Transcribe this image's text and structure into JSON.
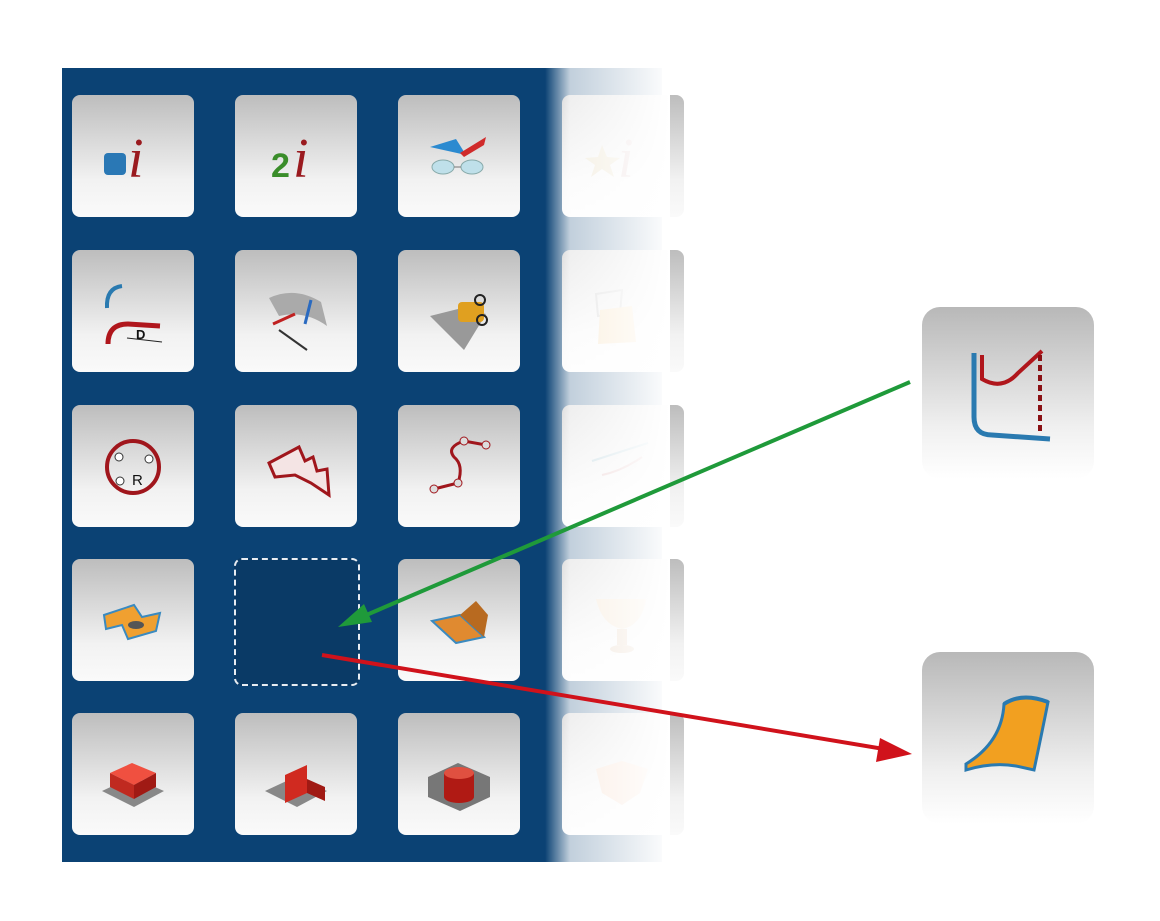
{
  "grid": {
    "rows": [
      [
        {
          "name": "info-cube-icon",
          "label": "i"
        },
        {
          "name": "info-2d-icon",
          "label": "2",
          "label2": "i"
        },
        {
          "name": "review-glasses-icon"
        },
        {
          "name": "star-info-icon",
          "label": "i"
        }
      ],
      [
        {
          "name": "curve-distance-icon",
          "label": "D"
        },
        {
          "name": "surface-normals-icon"
        },
        {
          "name": "trim-surface-icon"
        },
        {
          "name": "offset-shape-icon"
        }
      ],
      [
        {
          "name": "circle-radius-icon",
          "label": "R"
        },
        {
          "name": "extrude-profile-icon"
        },
        {
          "name": "spline-points-icon"
        },
        {
          "name": "curve-sweep-icon"
        }
      ],
      [
        {
          "name": "planar-hole-icon"
        },
        {
          "name": "empty-slot"
        },
        {
          "name": "fold-surface-icon"
        },
        {
          "name": "revolve-cup-icon"
        }
      ],
      [
        {
          "name": "extrude-box-icon"
        },
        {
          "name": "pocket-step-icon"
        },
        {
          "name": "cylinder-cut-icon"
        },
        {
          "name": "loft-shape-icon"
        }
      ]
    ]
  },
  "colors": {
    "panel": "#0b4274",
    "green_arrow": "#1f9a3a",
    "red_arrow": "#d0121b"
  },
  "callouts": [
    {
      "name": "curve-profile-icon",
      "arrow": "green"
    },
    {
      "name": "swept-surface-icon",
      "arrow": "red"
    }
  ]
}
